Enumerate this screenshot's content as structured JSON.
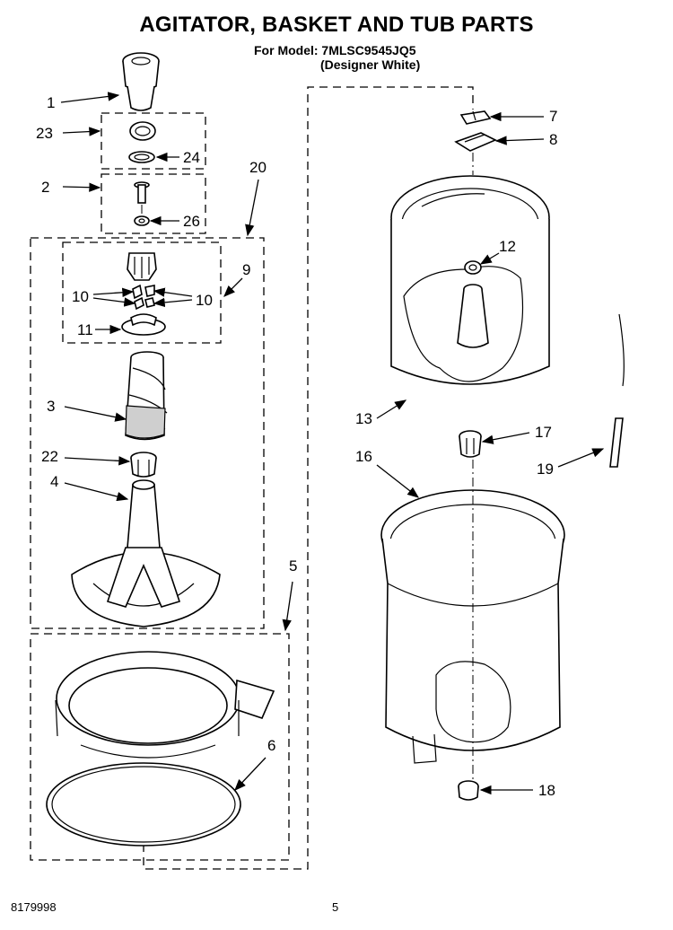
{
  "header": {
    "title": "AGITATOR, BASKET AND TUB PARTS",
    "model_line": "For Model: 7MLSC9545JQ5",
    "color_line": "(Designer White)"
  },
  "callouts": [
    "1",
    "23",
    "24",
    "2",
    "26",
    "20",
    "9",
    "10",
    "10",
    "11",
    "3",
    "22",
    "4",
    "5",
    "6",
    "7",
    "8",
    "12",
    "13",
    "17",
    "19",
    "16",
    "18"
  ],
  "footer": {
    "doc_number": "8179998",
    "page_number": "5"
  }
}
